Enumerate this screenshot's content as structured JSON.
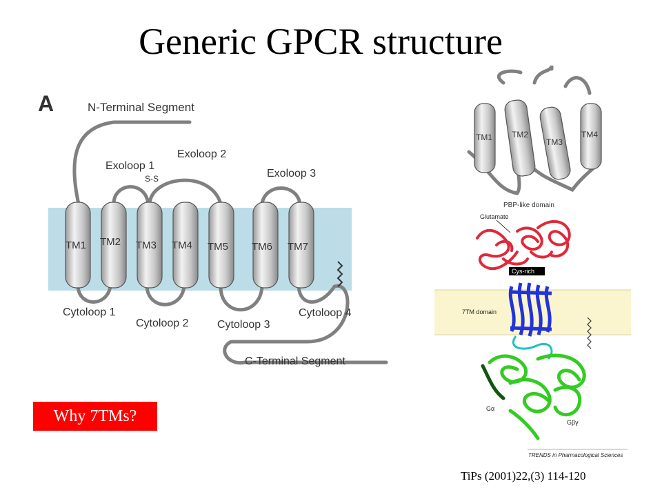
{
  "title": "Generic GPCR structure",
  "callout": "Why 7TMs?",
  "citation": "TiPs (2001)22,(3) 114-120",
  "left_diagram": {
    "panel_letter": "A",
    "n_terminal": "N-Terminal Segment",
    "c_terminal": "C-Terminal Segment",
    "exoloops": [
      "Exoloop 1",
      "Exoloop 2",
      "Exoloop 3"
    ],
    "disulfide": "S-S",
    "helices": [
      "TM1",
      "TM2",
      "TM3",
      "TM4",
      "TM5",
      "TM6",
      "TM7"
    ],
    "cytoloops": [
      "Cytoloop 1",
      "Cytoloop 2",
      "Cytoloop 3",
      "Cytoloop 4"
    ]
  },
  "right_top": {
    "helices": [
      "TM1",
      "TM2",
      "TM3",
      "TM4"
    ],
    "caption": "PBP-like domain"
  },
  "right_bottom": {
    "glutamate": "Glutamate",
    "cys_rich": "Cys-rich",
    "tm_domain": "7TM domain",
    "g_alpha": "Gα",
    "g_beta_gamma": "Gβγ",
    "footer": "TRENDS in Pharmacological Sciences"
  },
  "colors": {
    "membrane_left": "#bcdde8",
    "membrane_right": "#fbf5cf",
    "callout_bg": "#ff0000",
    "pbp_red": "#e0283a",
    "tm_blue": "#2233dd",
    "g_green": "#33cc22"
  }
}
